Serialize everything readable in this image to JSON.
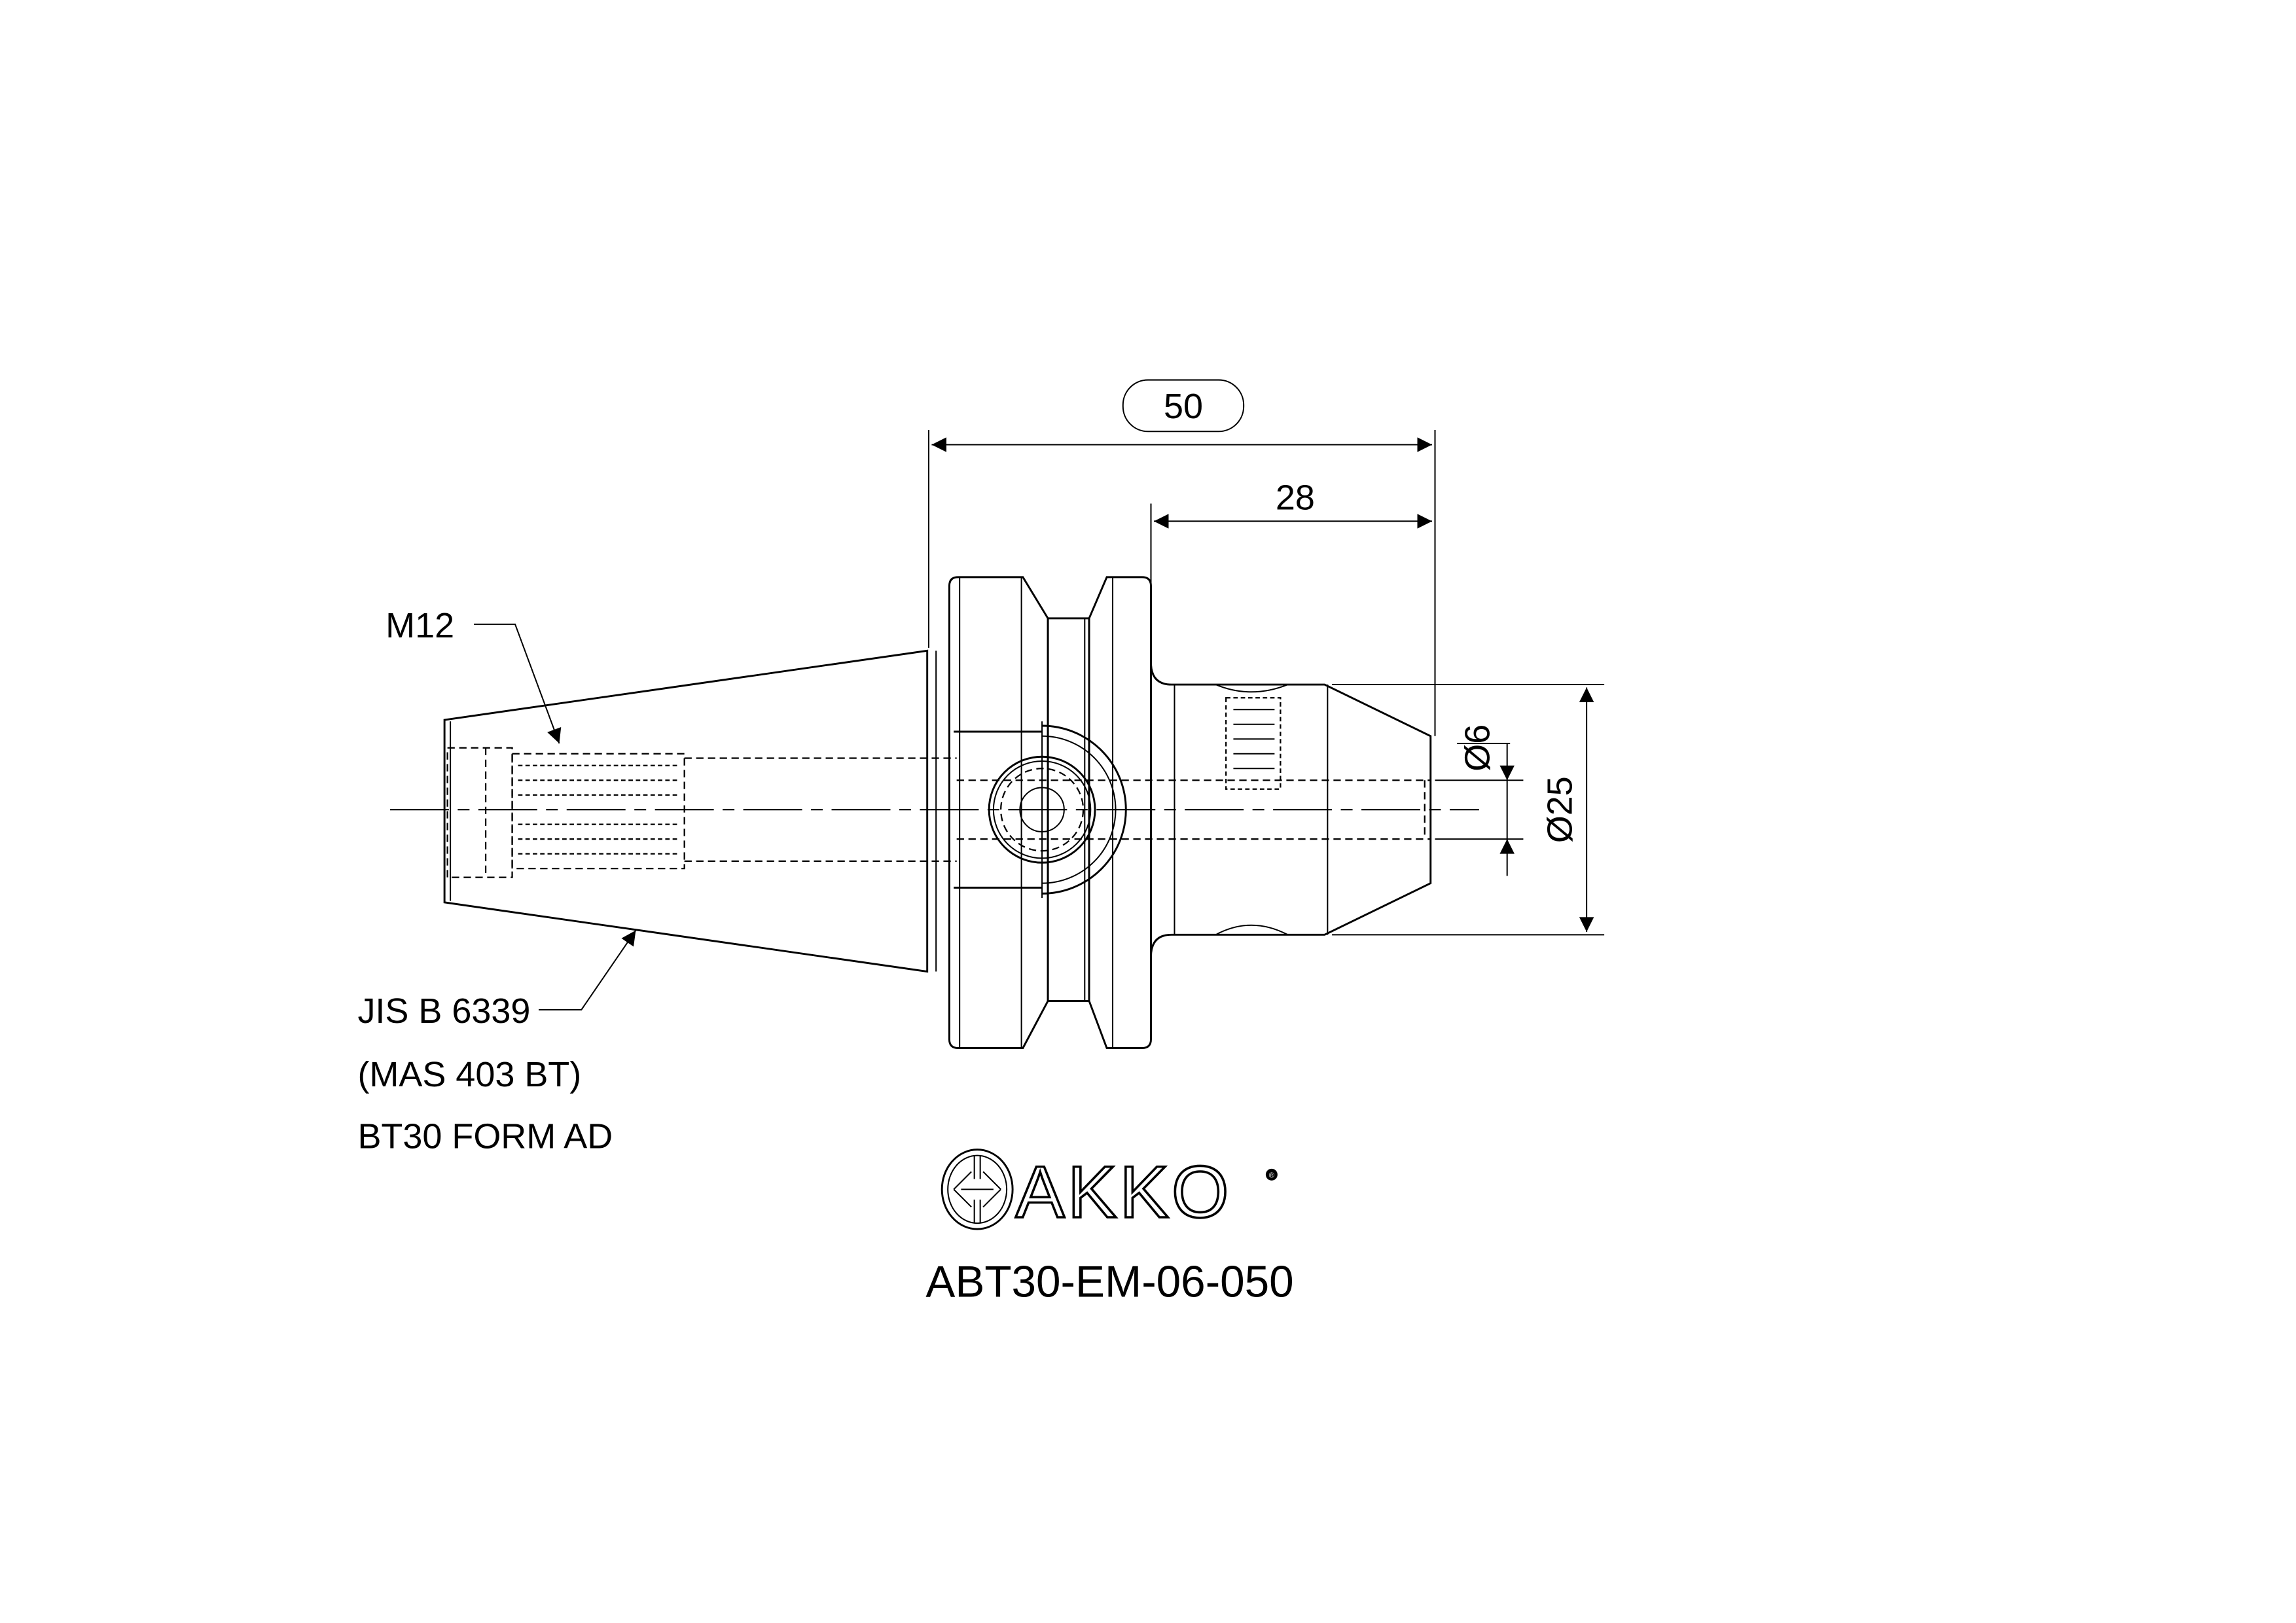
{
  "drawing": {
    "thread_label": "M12",
    "standard_lines": [
      "JIS B 6339",
      "(MAS 403 BT)",
      "BT30 FORM AD"
    ],
    "dimensions": {
      "overall_length": "50",
      "gauge_length": "28",
      "bore_diameter": "Ø6",
      "nose_diameter": "Ø25"
    },
    "brand": {
      "name": "AKKO",
      "registered_mark": "®"
    },
    "part_number": "ABT30-EM-06-050"
  }
}
